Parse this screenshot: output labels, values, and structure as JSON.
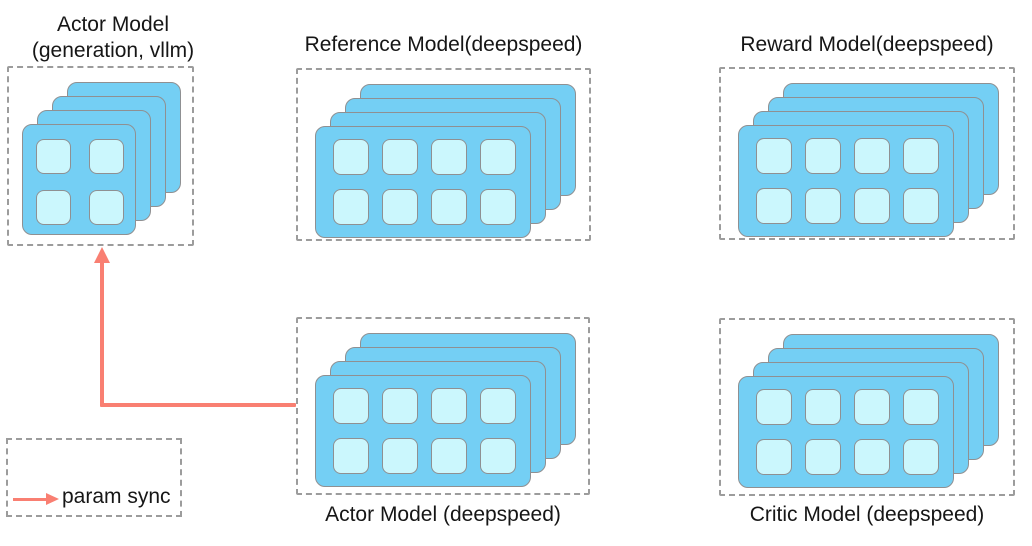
{
  "colors": {
    "card_fill": "#74CFF4",
    "cell_fill": "#CBF7FD",
    "card_border": "#8F9092",
    "box_border": "#9C9C9C",
    "arrow": "#F97F72",
    "text": "#161616"
  },
  "models": {
    "actor_vllm": {
      "title_line1": "Actor Model",
      "title_line2": "(generation, vllm)",
      "stack": {
        "cards": 4,
        "rows": 2,
        "cols": 2
      }
    },
    "reference": {
      "title": "Reference Model(deepspeed)",
      "stack": {
        "cards": 4,
        "rows": 2,
        "cols": 4
      }
    },
    "reward": {
      "title": "Reward Model(deepspeed)",
      "stack": {
        "cards": 4,
        "rows": 2,
        "cols": 4
      }
    },
    "actor_ds": {
      "title": "Actor Model (deepspeed)",
      "stack": {
        "cards": 4,
        "rows": 2,
        "cols": 4
      }
    },
    "critic": {
      "title": "Critic Model (deepspeed)",
      "stack": {
        "cards": 4,
        "rows": 2,
        "cols": 4
      }
    }
  },
  "legend": {
    "label": "param sync"
  }
}
